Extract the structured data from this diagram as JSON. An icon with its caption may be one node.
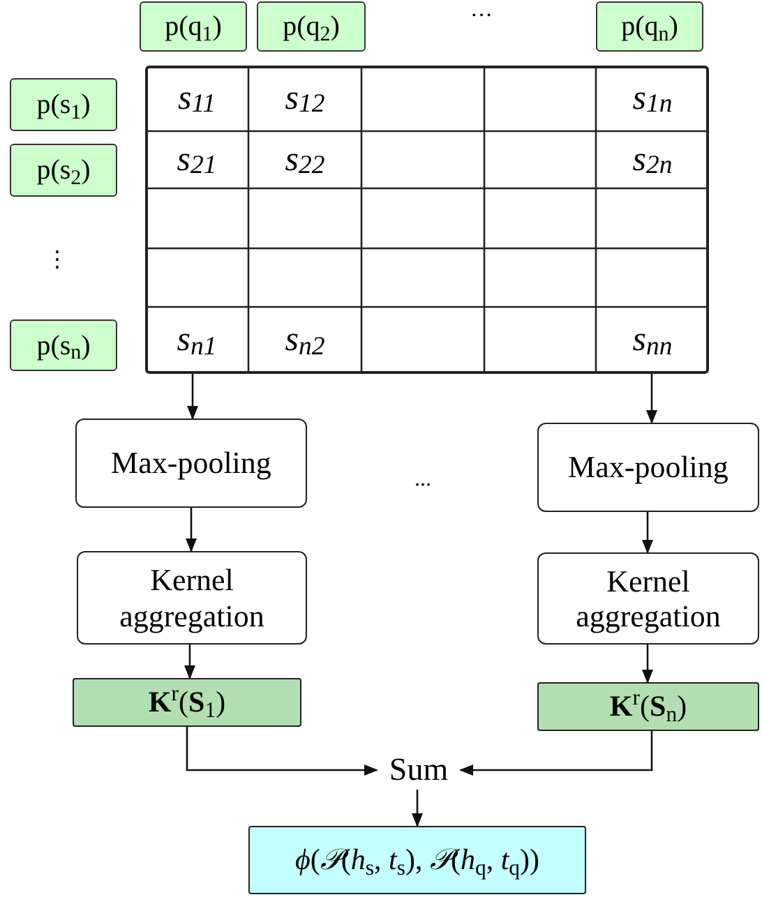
{
  "diagram": {
    "nodes": [
      {
        "text": [
          "p(q$_{1}$)"
        ]
      },
      {
        "text": [
          "p(q$_{2}$)"
        ]
      },
      {
        "text": [
          "p(q$_{n}$)"
        ]
      },
      {
        "text": [
          "p(s$_{1}$)"
        ]
      },
      {
        "text": [
          "p(s$_{2}$)"
        ]
      },
      {
        "text": [
          "p(s$_{n}$)"
        ]
      },
      {
        "text": [],
        "shape": "box"
      },
      {
        "text": [
          "Max-pooling"
        ]
      },
      {
        "text": [
          "Max-pooling"
        ]
      },
      {
        "text": [
          "Kernel aggregation"
        ]
      },
      {
        "text": [
          "Kernel aggregation"
        ]
      },
      {
        "text": [
          "**K**$^{r}$(**S**$_{1}$)"
        ]
      },
      {
        "text": [
          "**K**$^{r}$(**S**$_{n}$)"
        ]
      },
      {
        "text": [
          "Sum"
        ]
      },
      {
        "text": [
          "*ϕ*(*𝒫*(*h*$_{s}$, *t*$_{s}$), *𝒫*(*h*$_{q}$, *t*$_{q}$))"
        ]
      }
    ],
    "edges": [
      {
        "from": 6,
        "to": 7,
        "arrow": "to"
      },
      {
        "from": 6,
        "to": 8,
        "arrow": "to"
      },
      {
        "from": 7,
        "to": 9,
        "arrow": "to"
      },
      {
        "from": 8,
        "to": 10,
        "arrow": "to"
      },
      {
        "from": 9,
        "to": 11,
        "arrow": "to"
      },
      {
        "from": 10,
        "to": 12,
        "arrow": "to"
      },
      {
        "from": 11,
        "to": 13,
        "arrow": "to"
      },
      {
        "from": 12,
        "to": 13,
        "arrow": "to"
      },
      {
        "from": 13,
        "to": 14,
        "arrow": "to"
      }
    ],
    "labels": [
      "···",
      "s$_{11}$",
      "s$_{12}$",
      "s$_{1n}$",
      "s$_{21}$",
      "s$_{22}$",
      "s$_{2n}$",
      "⋮",
      "s$_{n1}$",
      "s$_{n2}$",
      "s$_{nn}$",
      "..."
    ]
  }
}
